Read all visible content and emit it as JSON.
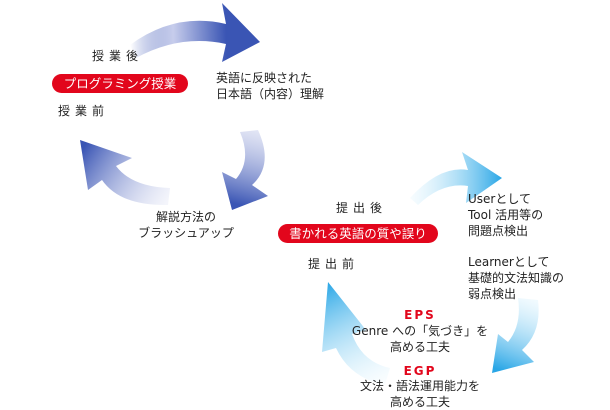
{
  "colors": {
    "accent_red": "#e2061c",
    "label_red": "#e2061c",
    "arrow_blue_dark": "#3a55b4",
    "arrow_blue_light": "#c7cdec",
    "arrow_cyan_dark": "#29a6e6",
    "arrow_cyan_light": "#cfeefc"
  },
  "top_cycle": {
    "after_label": "授業後",
    "pill_label": "プログラミング授業",
    "before_label": "授業前",
    "right_text": [
      "英語に反映された",
      "日本語（内容）理解"
    ],
    "bottom_text": [
      "解説方法の",
      "ブラッシュアップ"
    ]
  },
  "bottom_cycle": {
    "after_label": "提出後",
    "pill_label": "書かれる英語の質や誤り",
    "before_label": "提出前",
    "user_text": [
      "Userとして",
      "Tool 活用等の",
      "問題点検出"
    ],
    "learner_text": [
      "Learnerとして",
      "基礎的文法知識の",
      "弱点検出"
    ],
    "eps_label": "EPS",
    "eps_text": [
      "Genre への「気づき」を",
      "高める工夫"
    ],
    "egp_label": "EGP",
    "egp_text": [
      "文法・語法運用能力を",
      "高める工夫"
    ]
  }
}
